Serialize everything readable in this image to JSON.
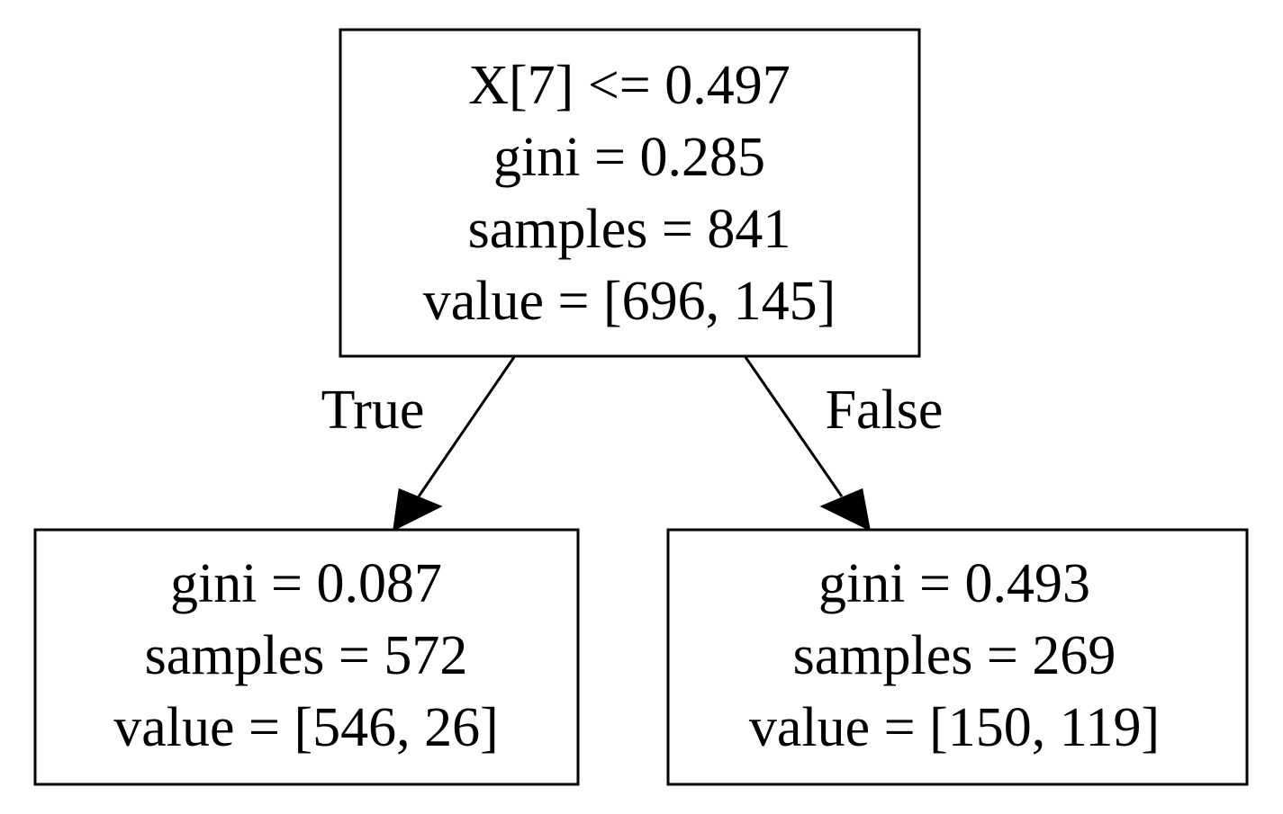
{
  "root": {
    "split": "X[7] <= 0.497",
    "gini": "gini = 0.285",
    "samples": "samples = 841",
    "value": "value = [696, 145]"
  },
  "edges": {
    "true_label": "True",
    "false_label": "False"
  },
  "left": {
    "gini": "gini = 0.087",
    "samples": "samples = 572",
    "value": "value = [546, 26]"
  },
  "right": {
    "gini": "gini = 0.493",
    "samples": "samples = 269",
    "value": "value = [150, 119]"
  }
}
